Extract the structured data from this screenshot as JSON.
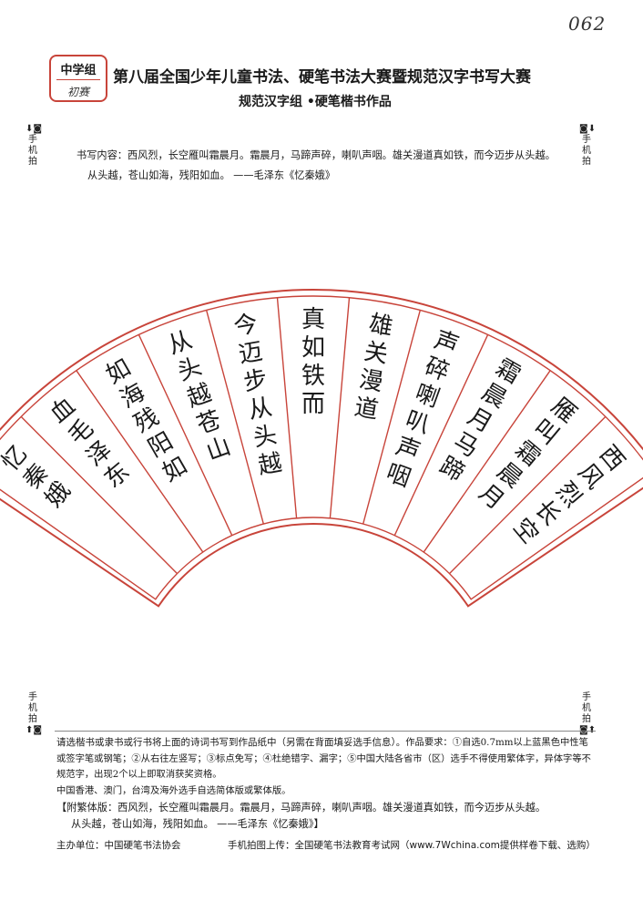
{
  "page_number": "062",
  "badge": {
    "group": "中学组",
    "stage": "初赛"
  },
  "title": "第八届全国少年儿童书法、硬笔书法大赛暨规范汉字书写大赛",
  "subtitle": "规范汉字组 •硬笔楷书作品",
  "side_label": "手机拍",
  "content": {
    "line1": "书写内容：西风烈，长空雁叫霜晨月。霜晨月，马蹄声碎，喇叭声咽。雄关漫道真如铁，而今迈步从头越。",
    "line2": "从头越，苍山如海，残阳如血。 ——毛泽东《忆秦娥》"
  },
  "fan_columns": [
    "西风烈长空",
    "雁叫霜晨月",
    "霜晨月马蹄",
    "声碎喇叭声咽",
    "雄关漫道",
    "真如铁而",
    "今迈步从头越",
    "从头越苍山",
    "如海残阳如",
    "血毛泽东",
    "忆秦娥"
  ],
  "instructions": {
    "first": "请选楷书或隶书或行书将上面的诗词书写到作品纸中（另需在背面填妥选手信息）。",
    "rest": "作品要求：①自选0.7mm以上蓝黑色中性笔或签字笔或钢笔；②从右往左竖写；③标点免写；④杜绝错字、漏字；⑤中国大陆各省市（区）选手不得使用繁体字，异体字等不规范字，出现2个以上即取消获奖资格。",
    "third": "中国香港、澳门，台湾及海外选手自选简体版或繁体版。"
  },
  "traditional": {
    "line1": "【附繁体版：西风烈，长空雁叫霜晨月。霜晨月，马蹄声碎，喇叭声咽。雄关漫道真如铁，而今迈步从头越。",
    "line2": "从头越，苍山如海，残阳如血。 ——毛泽东《忆秦娥》】"
  },
  "footer": {
    "organizer": "主办单位：中国硬笔书法协会",
    "upload": "手机拍图上传：全国硬笔书法教育考试网（www.7Wchina.com提供样卷下载、选购）"
  },
  "colors": {
    "accent": "#c8443a",
    "text": "#1a1a1a"
  }
}
